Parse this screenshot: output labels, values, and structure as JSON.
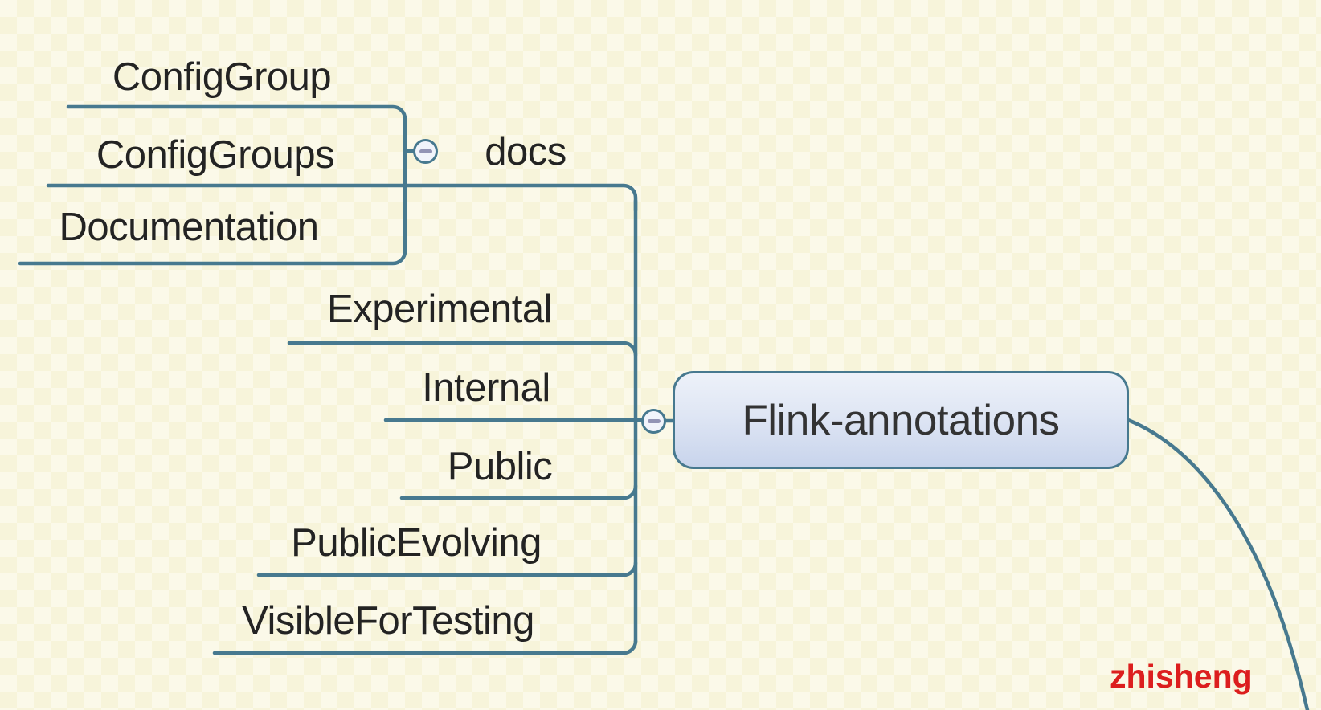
{
  "map": {
    "root": {
      "label": "Flink-annotations",
      "collapse_icon": "minus-circle",
      "fill_top": "#edf1f9",
      "fill_bottom": "#c8d4ec",
      "border_color": "#47798f"
    },
    "children": [
      {
        "label": "docs",
        "collapse_icon": "minus-circle",
        "children": [
          {
            "label": "ConfigGroup"
          },
          {
            "label": "ConfigGroups"
          },
          {
            "label": "Documentation"
          }
        ]
      },
      {
        "label": "Experimental"
      },
      {
        "label": "Internal"
      },
      {
        "label": "Public"
      },
      {
        "label": "PublicEvolving"
      },
      {
        "label": "VisibleForTesting"
      }
    ],
    "line_color": "#47798f",
    "collapse_minus_color": "#9294b5",
    "watermark": {
      "label": "zhisheng",
      "color": "#dc1e1e"
    }
  }
}
